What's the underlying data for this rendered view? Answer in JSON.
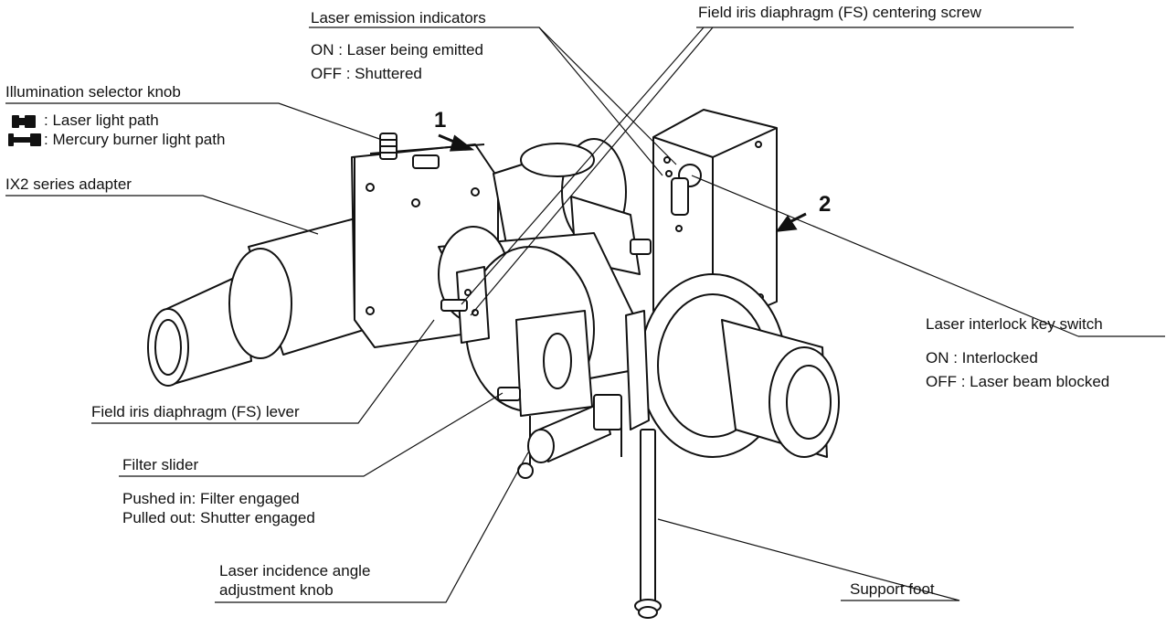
{
  "labels": {
    "laser_emission": {
      "title": "Laser emission indicators",
      "on": "ON  : Laser being emitted",
      "off": "OFF : Shuttered"
    },
    "fs_centering": {
      "title": "Field iris diaphragm (FS) centering screw"
    },
    "illum_selector": {
      "title": "Illumination selector knob",
      "laser_path": ": Laser light path",
      "mercury_path": ": Mercury burner light path"
    },
    "adapter": {
      "title": "IX2 series adapter"
    },
    "fs_lever": {
      "title": "Field iris diaphragm (FS) lever"
    },
    "filter_slider": {
      "title": "Filter slider",
      "pushed": "Pushed in: Filter engaged",
      "pulled": "Pulled out: Shutter engaged"
    },
    "incidence_knob": {
      "line1": "Laser incidence angle",
      "line2": "adjustment knob"
    },
    "support_foot": {
      "title": "Support foot"
    },
    "interlock": {
      "title": "Laser interlock key switch",
      "on": "ON  : Interlocked",
      "off": "OFF : Laser beam blocked"
    }
  },
  "callouts": {
    "one": "1",
    "two": "2"
  }
}
